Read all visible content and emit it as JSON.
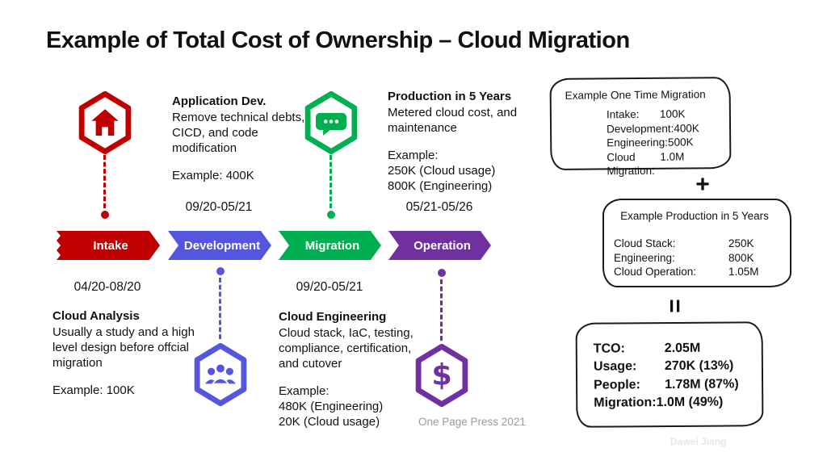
{
  "title": "Example of Total Cost of Ownership – Cloud Migration",
  "colors": {
    "red": "#C00000",
    "blue": "#5456E0",
    "green": "#00AF50",
    "purple": "#7030A0"
  },
  "timeline": {
    "phases": [
      {
        "label": "Intake",
        "date": "04/20-08/20",
        "icon": "home-icon"
      },
      {
        "label": "Development",
        "date": "09/20-05/21",
        "icon": "people-icon"
      },
      {
        "label": "Migration",
        "date": "09/20-05/21",
        "icon": "chat-icon"
      },
      {
        "label": "Operation",
        "date": "05/21-05/26",
        "icon": "dollar-icon"
      }
    ]
  },
  "notes": {
    "application_dev": {
      "heading": "Application Dev.",
      "body": "Remove technical debts, CICD, and code modification",
      "example": "Example: 400K"
    },
    "production": {
      "heading": "Production in 5 Years",
      "body": "Metered cloud cost, and maintenance",
      "example_label": "Example:",
      "lines": [
        "250K (Cloud usage)",
        "800K (Engineering)"
      ]
    },
    "cloud_analysis": {
      "heading": "Cloud Analysis",
      "body": "Usually a study and a high level design before offcial migration",
      "example": "Example: 100K"
    },
    "cloud_engineering": {
      "heading": "Cloud Engineering",
      "body": "Cloud stack, IaC, testing, compliance, certification, and cutover",
      "example_label": "Example:",
      "lines": [
        "480K (Engineering)",
        "20K (Cloud usage)"
      ]
    }
  },
  "cost_boxes": {
    "one_time": {
      "title": "Example One Time Migration",
      "rows": [
        {
          "label": "Intake:",
          "value": "100K"
        },
        {
          "label": "Development:",
          "value": "400K"
        },
        {
          "label": "Engineering:",
          "value": "500K"
        },
        {
          "label": "Cloud Migration:",
          "value": "1.0M"
        }
      ]
    },
    "plus_sign": "+",
    "production": {
      "title": "Example Production in 5 Years",
      "rows": [
        {
          "label": "Cloud Stack:",
          "value": "250K"
        },
        {
          "label": "Engineering:",
          "value": "800K"
        },
        {
          "label": "Cloud Operation:",
          "value": "1.05M"
        }
      ]
    },
    "equals_sign": "=",
    "tco": {
      "rows": [
        {
          "label": "TCO:",
          "value": "2.05M"
        },
        {
          "label": "Usage:",
          "value": "270K (13%)"
        },
        {
          "label": "People:",
          "value": "1.78M (87%)"
        },
        {
          "label": "Migration:",
          "value": "1.0M (49%)"
        }
      ]
    }
  },
  "icons": {
    "dollar_glyph": "$"
  },
  "footer": {
    "credit": "One Page Press 2021",
    "watermark": "Dawei Jiang"
  }
}
